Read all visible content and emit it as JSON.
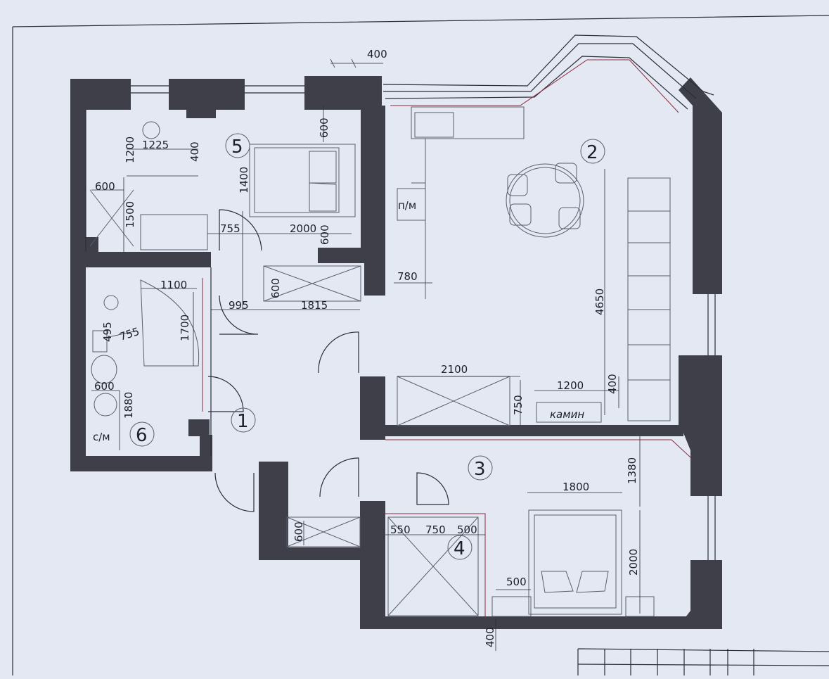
{
  "rooms": [
    {
      "id": "r1",
      "number": "1"
    },
    {
      "id": "r2",
      "number": "2"
    },
    {
      "id": "r3",
      "number": "3"
    },
    {
      "id": "r4",
      "number": "4"
    },
    {
      "id": "r5",
      "number": "5"
    },
    {
      "id": "r6",
      "number": "6"
    }
  ],
  "labels": {
    "pm": "п/м",
    "kamin": "камин",
    "su": "с/м"
  },
  "dimensions": {
    "d_400_top": "400",
    "d_600_r5_top": "600",
    "d_1200_r5": "1200",
    "d_1225": "1225",
    "d_400_r5": "400",
    "d_1400": "1400",
    "d_600_r5_left": "600",
    "d_1500": "1500",
    "d_755_r5": "755",
    "d_2000_r5": "2000",
    "d_600_r5_right": "600",
    "d_600_hall": "600",
    "d_780": "780",
    "d_1100": "1100",
    "d_995": "995",
    "d_1815": "1815",
    "d_4650": "4650",
    "d_495": "495",
    "d_755_r6": "755",
    "d_1700": "1700",
    "d_2100": "2100",
    "d_1200_r2": "1200",
    "d_400_r2": "400",
    "d_750_r2": "750",
    "d_600_r6": "600",
    "d_1880": "1880",
    "d_1380": "1380",
    "d_1800": "1800",
    "d_550": "550",
    "d_750_r4": "750",
    "d_500_r4": "500",
    "d_600_corr": "600",
    "d_500_r3": "500",
    "d_2000_r3": "2000",
    "d_400_bottom": "400"
  }
}
